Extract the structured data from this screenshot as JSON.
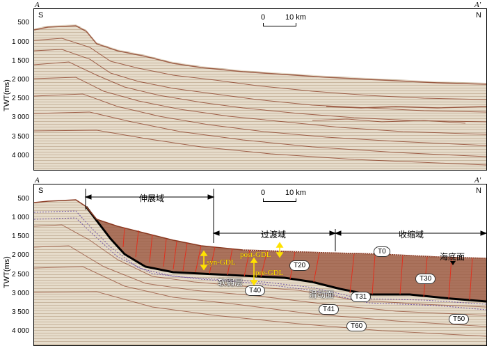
{
  "top_panel": {
    "corner_left": "A",
    "corner_right": "A'",
    "side_left": "S",
    "side_right": "N",
    "scale_zero": "0",
    "scale_label": "10 km"
  },
  "bottom_panel": {
    "corner_left": "A",
    "corner_right": "A'",
    "side_left": "S",
    "side_right": "N",
    "scale_zero": "0",
    "scale_label": "10 km",
    "domains": {
      "extension": "伸展域",
      "transition": "过渡域",
      "contraction": "收缩域"
    },
    "seafloor": "海底面",
    "weak_layer": "软弱层",
    "slip_surface": "滑动面",
    "gdl": {
      "syn": "syn-GDL",
      "post": "post-GDL",
      "pre": "pre-GDL"
    },
    "horizons": {
      "t0": "T0",
      "t20": "T20",
      "t30": "T30",
      "t31": "T31",
      "t40": "T40",
      "t41": "T41",
      "t50": "T50",
      "t60": "T60"
    }
  },
  "y_axis": {
    "label": "TWT(ms)",
    "ticks": [
      "500",
      "1 000",
      "1 500",
      "2 000",
      "2 500",
      "3 000",
      "3 500",
      "4 000"
    ]
  },
  "colors": {
    "seismic_bg": "#e3d8c4",
    "reflector": "#8a3a22",
    "slide_body": "#9c5a43",
    "fault": "#e0301e",
    "gdl_marker": "#ffe200"
  }
}
